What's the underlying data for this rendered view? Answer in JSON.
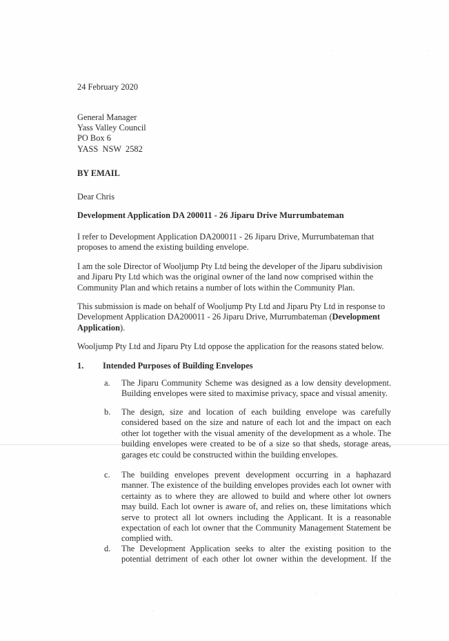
{
  "letter": {
    "date": "24 February 2020",
    "recipient": {
      "lines": [
        "General Manager",
        "Yass Valley Council",
        "PO Box 6",
        "YASS  NSW  2582"
      ]
    },
    "delivery": "BY EMAIL",
    "salutation": "Dear Chris",
    "subject": "Development Application DA 200011 - 26 Jiparu Drive Murrumbateman",
    "paragraphs": {
      "p1": "I refer to Development Application DA200011 - 26 Jiparu Drive, Murrumbateman that proposes to amend the existing building envelope.",
      "p2": "I am the sole Director of Wooljump Pty Ltd being the developer of the Jiparu subdivision and Jiparu Pty Ltd which was the original owner of the land now comprised within the Community Plan and which retains a number of lots within the Community Plan.",
      "p3_before": "This submission is made on behalf of Wooljump Pty Ltd and Jiparu Pty Ltd in response to Development Application DA200011 - 26 Jiparu Drive, Murrumbateman (",
      "p3_bold": "Development Application",
      "p3_after": ").",
      "p4": "Wooljump Pty Ltd and Jiparu Pty Ltd oppose the application for the reasons stated below."
    },
    "section": {
      "number": "1.",
      "title": "Intended Purposes of Building Envelopes",
      "items": [
        {
          "label": "a.",
          "text": "The Jiparu Community Scheme was designed as a low density development. Building envelopes were sited to maximise privacy, space and visual amenity."
        },
        {
          "label": "b.",
          "text": "The design, size and location of each building envelope was carefully considered based on the size and nature of each lot and the impact on each other lot together with the visual amenity of the development as a whole. The building envelopes were created to be of a size so that sheds, storage areas, garages etc could be constructed within the building envelopes."
        },
        {
          "label": "c.",
          "text": "The building envelopes prevent development occurring in a haphazard manner. The existence of the building envelopes provides each lot owner with certainty as to where they are allowed to build and where other lot owners may build. Each lot owner is aware of, and relies on, these limitations which serve to protect all lot owners including the Applicant. It is a reasonable expectation of each lot owner that the Community Management Statement be complied with."
        },
        {
          "label": "d.",
          "text": "The Development Application seeks to alter the existing position to the potential detriment of each other lot owner within the development. If the"
        }
      ]
    }
  }
}
